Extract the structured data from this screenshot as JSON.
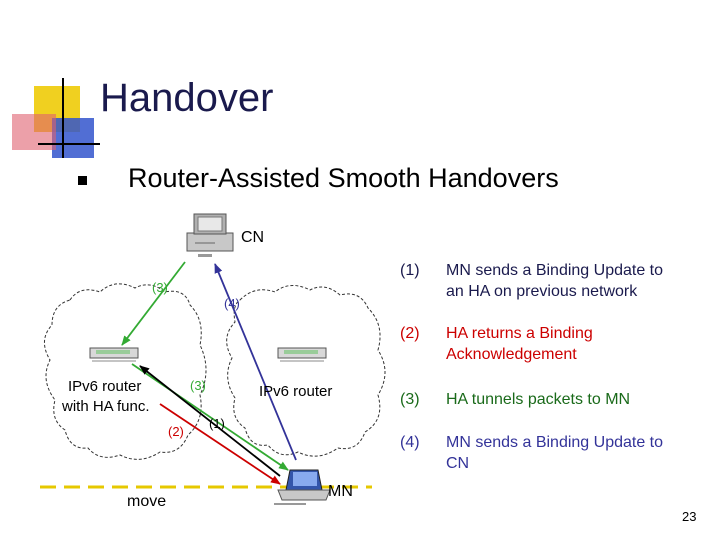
{
  "slide": {
    "title": "Handover",
    "bullet": "Router-Assisted Smooth Handovers",
    "page_number": "23"
  },
  "diagram": {
    "cn_label": "CN",
    "router_left_label_1": "IPv6 router",
    "router_left_label_2": "with HA func.",
    "router_right_label": "IPv6 router",
    "mn_label": "MN",
    "move_label": "move",
    "arrow_labels": {
      "a1": "(1)",
      "a2": "(2)",
      "a3_top": "(3)",
      "a3_mid": "(3)",
      "a4": "(4)"
    },
    "colors": {
      "step1_arrow": "#000000",
      "step2_arrow": "#cc0000",
      "step3_arrow": "#33aa33",
      "step4_arrow": "#333399",
      "move_line": "#e6c800",
      "accent_square_yellow": "#f0d020",
      "accent_square_blue": "#3355cc",
      "accent_square_red": "#e06070"
    }
  },
  "steps": [
    {
      "num": "(1)",
      "line1": "MN sends a Binding Update to",
      "line2": "an HA on previous network",
      "color": "#1a1a4d"
    },
    {
      "num": "(2)",
      "line1": "HA returns a Binding",
      "line2": "Acknowledgement",
      "color": "#cc0000"
    },
    {
      "num": "(3)",
      "line1": "HA tunnels packets to MN",
      "line2": "",
      "color": "#1a6a1a"
    },
    {
      "num": "(4)",
      "line1": "MN sends a Binding Update to",
      "line2": "CN",
      "color": "#333399"
    }
  ]
}
